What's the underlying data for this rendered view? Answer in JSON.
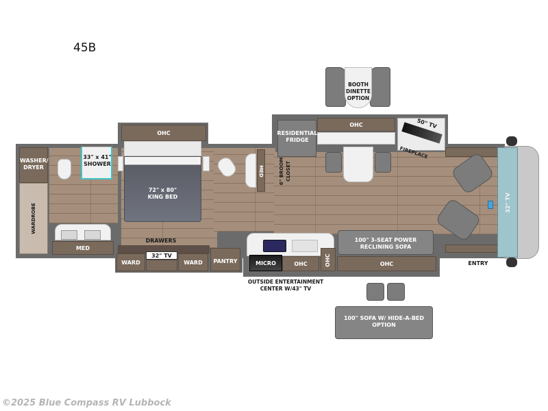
{
  "model_name": "45B",
  "watermark": "©2025 Blue Compass RV Lubbock",
  "colors": {
    "floor": "#a58f7c",
    "cabinet": "#7a6a5c",
    "wall": "#6b6b6b",
    "seat": "#7c7c7c",
    "bed": "#5b5d66",
    "shower_accent": "#3fc5c9",
    "windshield": "#9ec4cc",
    "watermark": "#b5b5b5"
  },
  "labels": {
    "washer_dryer": "WASHER/\nDRYER",
    "wardrobe": "WARDROBE",
    "shower": "33\" x 41\"\nSHOWER",
    "bath_med": "MED",
    "bedroom_ohc": "OHC",
    "king_bed": "72\" x 80\"\nKING BED",
    "drawers": "DRAWERS",
    "ward_left": "WARD",
    "bedroom_tv": "32\" TV",
    "ward_right": "WARD",
    "pantry": "PANTRY",
    "half_bath_med": "MED",
    "broom_closet": "6\" BROOM\nCLOSET",
    "residential_fridge": "RESIDENTIAL\nFRIDGE",
    "kitchen_ohc": "OHC",
    "living_tv": "50\" TV",
    "fireplace": "FIREPLACE",
    "booth_dinette": "BOOTH\nDINETTE\nOPTION",
    "micro": "MICRO",
    "galley_ohc": "OHC",
    "vertical_ohc": "OHC",
    "reclining_sofa": "100\" 3-SEAT POWER\nRECLINING SOFA",
    "sofa_ohc": "OHC",
    "outside_entertainment": "OUTSIDE ENTERTAINMENT\nCENTER W/43\" TV",
    "hide_a_bed_sofa": "100\" SOFA W/ HIDE-A-BED\nOPTION",
    "cab_tv": "32\" TV",
    "entry": "ENTRY"
  }
}
